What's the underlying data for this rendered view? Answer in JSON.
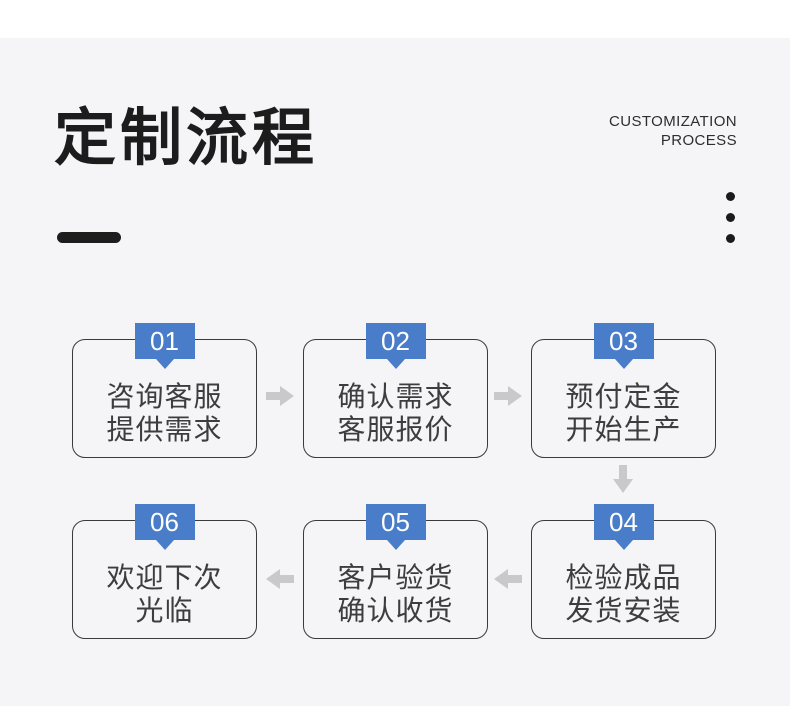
{
  "colors": {
    "panel_bg": "#f5f4f6",
    "badge_blue": "#4a7dc9",
    "arrow_gray": "#c9c9cb",
    "card_border": "#3a3a3a",
    "text_dark": "#3d3d3d",
    "title_black": "#1c1c1c"
  },
  "header": {
    "title": "定制流程",
    "subtitle_line1": "CUSTOMIZATION",
    "subtitle_line2": "PROCESS"
  },
  "flow": {
    "steps": [
      {
        "number": "01",
        "line1": "咨询客服",
        "line2": "提供需求"
      },
      {
        "number": "02",
        "line1": "确认需求",
        "line2": "客服报价"
      },
      {
        "number": "03",
        "line1": "预付定金",
        "line2": "开始生产"
      },
      {
        "number": "04",
        "line1": "检验成品",
        "line2": "发货安装"
      },
      {
        "number": "05",
        "line1": "客户验货",
        "line2": "确认收货"
      },
      {
        "number": "06",
        "line1": "欢迎下次",
        "line2": "光临"
      }
    ]
  }
}
